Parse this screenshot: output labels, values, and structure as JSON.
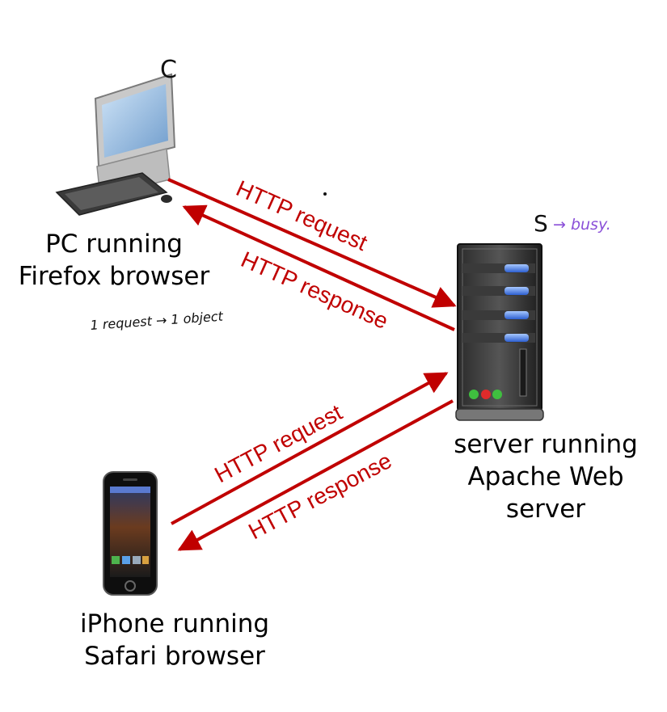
{
  "nodes": {
    "pc": {
      "tag": "C",
      "label_line1": "PC running",
      "label_line2": "Firefox browser",
      "note": "1 request → 1 object"
    },
    "server": {
      "tag": "S",
      "note": "→ busy.",
      "label_line1": "server running",
      "label_line2": "Apache Web",
      "label_line3": "server"
    },
    "iphone": {
      "label_line1": "iPhone running",
      "label_line2": "Safari browser"
    }
  },
  "edges": {
    "pc_request": "HTTP request",
    "pc_response": "HTTP response",
    "phone_request": "HTTP request",
    "phone_response": "HTTP response"
  },
  "colors": {
    "arrow": "#c00000",
    "handwriting_black": "#111111",
    "handwriting_purple": "#8a4fd8"
  }
}
